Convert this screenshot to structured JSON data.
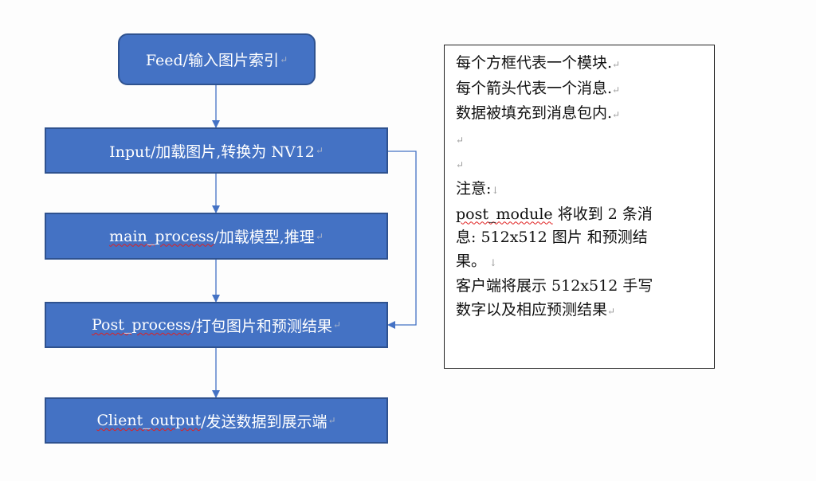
{
  "flow": {
    "feed": {
      "pre": "",
      "squiggle": "",
      "text": "Feed/输入图片索引"
    },
    "input": {
      "pre": "",
      "squiggle": "",
      "text": "Input/加载图片,转换为 NV12"
    },
    "main": {
      "squiggle": "main_process",
      "text": "/加载模型,推理"
    },
    "post": {
      "squiggle": "Post_process",
      "text": "/打包图片和预测结果"
    },
    "client": {
      "squiggle": "Client_output",
      "text": "/发送数据到展示端"
    }
  },
  "note": {
    "lines": [
      "每个方框代表一个模块.",
      "每个箭头代表一个消息.",
      "数据被填充到消息包内.",
      "",
      "",
      "注意:"
    ],
    "post_module": "post_module",
    "line7_rest": " 将收到 2 条消",
    "line8": "息: 512x512 图片  和预测结",
    "line9": "果。",
    "line10": "客户端将展示 512x512 手写",
    "line11": "数字以及相应预测结果"
  },
  "colors": {
    "box_fill": "#4472c4",
    "box_border": "#2f528f",
    "arrow": "#4472c4"
  }
}
